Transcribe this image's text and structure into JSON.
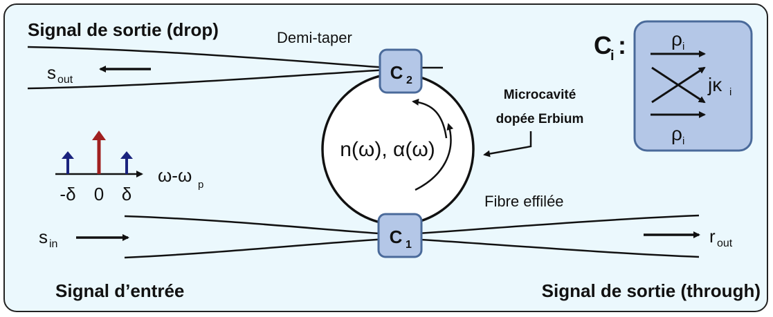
{
  "colors": {
    "panel_fill": "#ebf8fd",
    "panel_stroke": "#222222",
    "coupler_fill": "#b4c7e7",
    "coupler_stroke": "#4a6a9a",
    "carrier_color": "#a02020",
    "sideband_color": "#1a237e",
    "line_color": "#111111"
  },
  "labels": {
    "drop_title": "Signal de sortie (drop)",
    "demi_taper": "Demi-taper",
    "s_out_main": "s",
    "s_out_sub": "out",
    "microcavity_line1": "Microcavité",
    "microcavity_line2": "dopée Erbium",
    "index_label": "n(ω), α(ω)",
    "freq_axis_label": "ω-ω",
    "freq_axis_sub": "p",
    "tick_minus_delta": "-δ",
    "tick_zero": "0",
    "tick_delta": "δ",
    "fibre_effilee": "Fibre effilée",
    "s_in_main": "s",
    "s_in_sub": "in",
    "r_out_main": "r",
    "r_out_sub": "out",
    "input_title": "Signal d’entrée",
    "through_title": "Signal de sortie (through)"
  },
  "couplers": {
    "c2_main": "C",
    "c2_sub": "2",
    "c1_main": "C",
    "c1_sub": "1"
  },
  "legend": {
    "ci_main": "C",
    "ci_sub": "i",
    "ci_colon": ":",
    "rho_top_main": "ρ",
    "rho_top_sub": "i",
    "jkappa_main": "jκ",
    "jkappa_sub": "i",
    "rho_bottom_main": "ρ",
    "rho_bottom_sub": "i"
  }
}
